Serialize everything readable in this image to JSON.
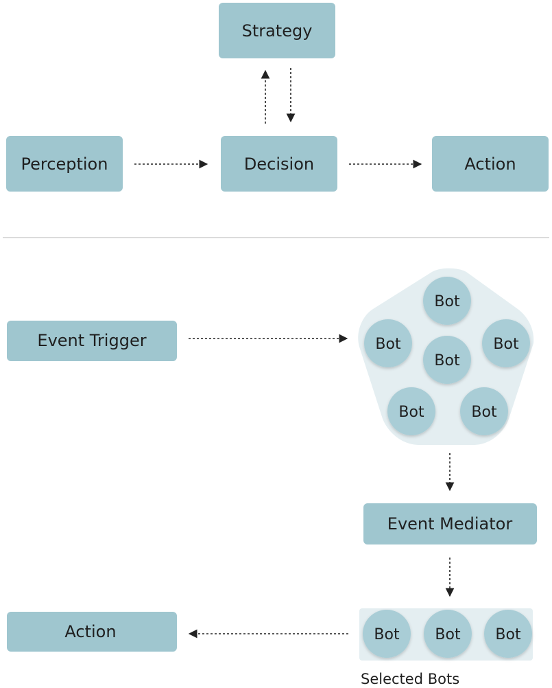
{
  "top_flow": {
    "strategy": "Strategy",
    "perception": "Perception",
    "decision": "Decision",
    "action": "Action"
  },
  "bottom_flow": {
    "event_trigger": "Event Trigger",
    "event_mediator": "Event Mediator",
    "action": "Action",
    "bot_label": "Bot",
    "selected_bots_caption": "Selected Bots"
  },
  "colors": {
    "box_fill": "#9fc6cf",
    "bot_fill": "#a9cdd6",
    "cluster_fill": "#e4eef1",
    "arrow": "#222222"
  }
}
